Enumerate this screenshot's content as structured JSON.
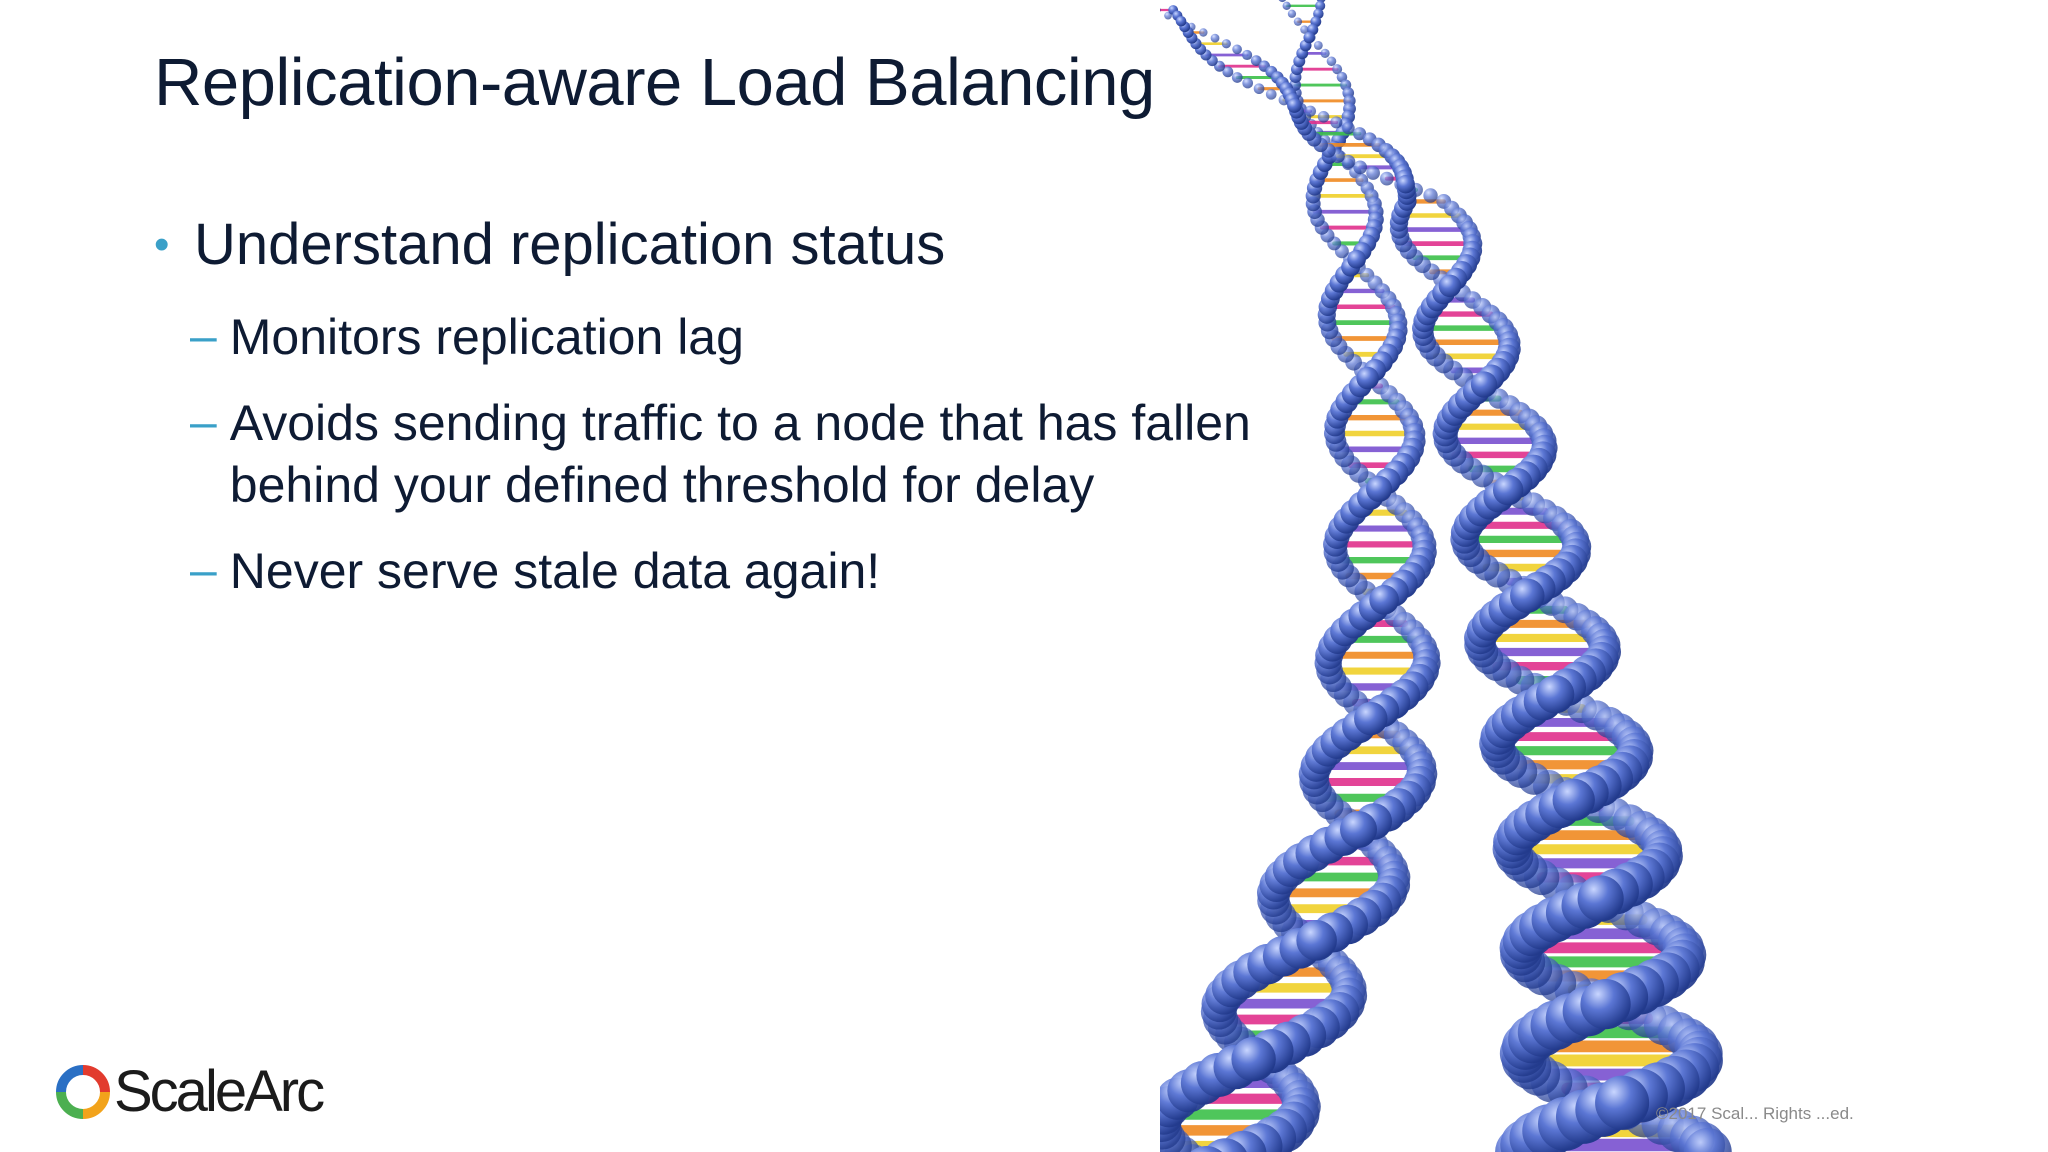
{
  "slide": {
    "title": "Replication-aware Load Balancing",
    "bullets": [
      {
        "text": "Understand replication status",
        "subitems": [
          "Monitors replication lag",
          "Avoids sending traffic to a node that has fallen behind your defined threshold for delay",
          "Never serve stale data again!"
        ]
      }
    ],
    "bullet_marker": "•",
    "sub_marker": "–"
  },
  "footer": {
    "logo_text": "ScaleArc",
    "copyright": "©2017 Scal... Rights ...ed."
  },
  "colors": {
    "title": "#0e1b33",
    "accent": "#3aa0c8",
    "helix_node": "#4d6bc8",
    "helix_rung_colors": [
      "#e0308c",
      "#3cc04a",
      "#f08a22",
      "#f0d02a",
      "#7a50d0"
    ]
  },
  "image": {
    "description": "dna-double-helix-illustration"
  }
}
